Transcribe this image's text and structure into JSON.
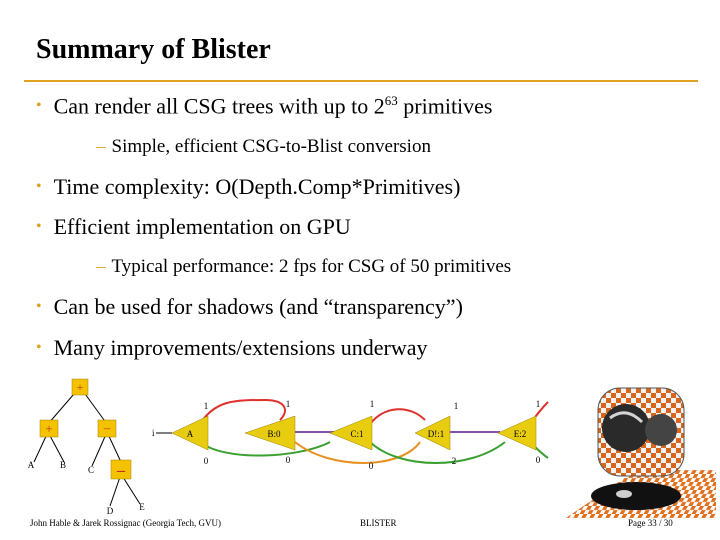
{
  "title": "Summary of Blister",
  "bullets": {
    "b1": {
      "text": "Can render all CSG trees with up to 2",
      "sup": "63",
      "suffix": " primitives"
    },
    "s1": "Simple, efficient CSG-to-Blist conversion",
    "b2": "Time complexity: O(Depth.Comp*Primitives)",
    "b3": "Efficient implementation on GPU",
    "s2": "Typical performance: 2 fps for CSG of 50 primitives",
    "b4": "Can be used for shadows (and “transparency”)",
    "b5": "Many improvements/extensions underway",
    "bullet_glyph": "•",
    "dash_glyph": "–"
  },
  "tree": {
    "root": "+",
    "plus": "+",
    "minus1": "–",
    "minus2": "–",
    "leafA": "A",
    "leafB": "B",
    "leafC": "C",
    "leafD": "D",
    "leafE": "E"
  },
  "blist": {
    "entry": "i",
    "nodes": [
      {
        "label": "A"
      },
      {
        "label": "B:0"
      },
      {
        "label": "C:1"
      },
      {
        "label": "D!:1"
      },
      {
        "label": "E:2"
      }
    ],
    "labels_top": [
      "1",
      "1",
      "1",
      "1",
      "1"
    ],
    "labels_bottom": [
      "0",
      "0",
      "0",
      "2",
      "0"
    ]
  },
  "footer": {
    "left": "John Hable & Jarek Rossignac (Georgia Tech, GVU)",
    "center": "BLISTER",
    "right": "Page 33 / 30"
  },
  "colors": {
    "accent": "#e0a020",
    "tree_node": "#f5c200",
    "blist_node": "#e8cc10",
    "edge_red": "#e0302c",
    "edge_green": "#3aa030",
    "edge_purple": "#8a4fa8",
    "edge_orange": "#e89020"
  }
}
